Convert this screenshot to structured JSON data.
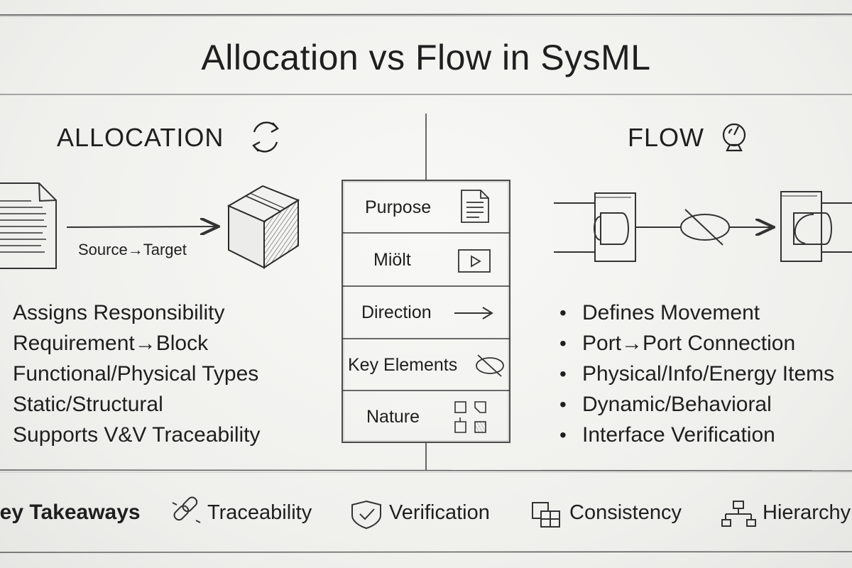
{
  "title": "Allocation vs Flow in SysML",
  "allocation": {
    "heading": "ALLOCATION",
    "heading_icon": "cycle-arrows-icon",
    "diagram_label": "Source→Target",
    "points": [
      "Assigns Responsibility",
      "Requirement→Block",
      "Functional/Physical Types",
      "Static/Structural",
      "Supports V&V Traceability"
    ]
  },
  "flow": {
    "heading": "FLOW",
    "heading_icon": "flow-gauge-icon",
    "points": [
      "Defines Movement",
      "Port→Port Connection",
      "Physical/Info/Energy Items",
      "Dynamic/Behavioral",
      "Interface Verification"
    ]
  },
  "comparison": {
    "rows": [
      {
        "label": "Purpose",
        "icon": "document-icon"
      },
      {
        "label": "Miölt",
        "icon": "play-box-icon"
      },
      {
        "label": "Direction",
        "icon": "arrow-right-icon"
      },
      {
        "label": "Key Elements",
        "icon": "item-flow-icon"
      },
      {
        "label": "Nature",
        "icon": "blocks-grid-icon"
      }
    ]
  },
  "takeaways": {
    "heading": "Key Takeaways",
    "items": [
      {
        "label": "Traceability",
        "icon": "link-icon"
      },
      {
        "label": "Verification",
        "icon": "shield-check-icon"
      },
      {
        "label": "Consistency",
        "icon": "layers-icon"
      },
      {
        "label": "Hierarchy",
        "icon": "hierarchy-icon"
      }
    ]
  },
  "colors": {
    "ink": "#1f1f1f",
    "paper": "#f3f3f1",
    "pencil": "#4a4a4a"
  }
}
